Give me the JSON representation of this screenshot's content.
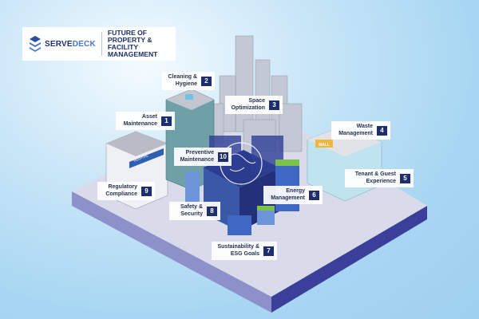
{
  "logo": {
    "brand_part1": "SERVE",
    "brand_part2": "DECK",
    "tagline": "FUTURE OF PROPERTY & FACILITY MANAGEMENT"
  },
  "signs": {
    "hospital": "HOSPITAL",
    "mall": "MALL"
  },
  "labels": [
    {
      "number": "1",
      "text": "Asset Maintenance"
    },
    {
      "number": "2",
      "text": "Cleaning & Hygiene"
    },
    {
      "number": "3",
      "text": "Space Optimization"
    },
    {
      "number": "4",
      "text": "Waste Management"
    },
    {
      "number": "5",
      "text": "Tenant & Guest Experience"
    },
    {
      "number": "6",
      "text": "Energy Management"
    },
    {
      "number": "7",
      "text": "Sustainability & ESG Goals"
    },
    {
      "number": "8",
      "text": "Safety & Security"
    },
    {
      "number": "9",
      "text": "Regulatory Compliance"
    },
    {
      "number": "10",
      "text": "Preventive Maintenance"
    }
  ],
  "colors": {
    "navy": "#1e2d6e",
    "platform": "#d9dbea",
    "platform_side": "#3c3f9a"
  }
}
